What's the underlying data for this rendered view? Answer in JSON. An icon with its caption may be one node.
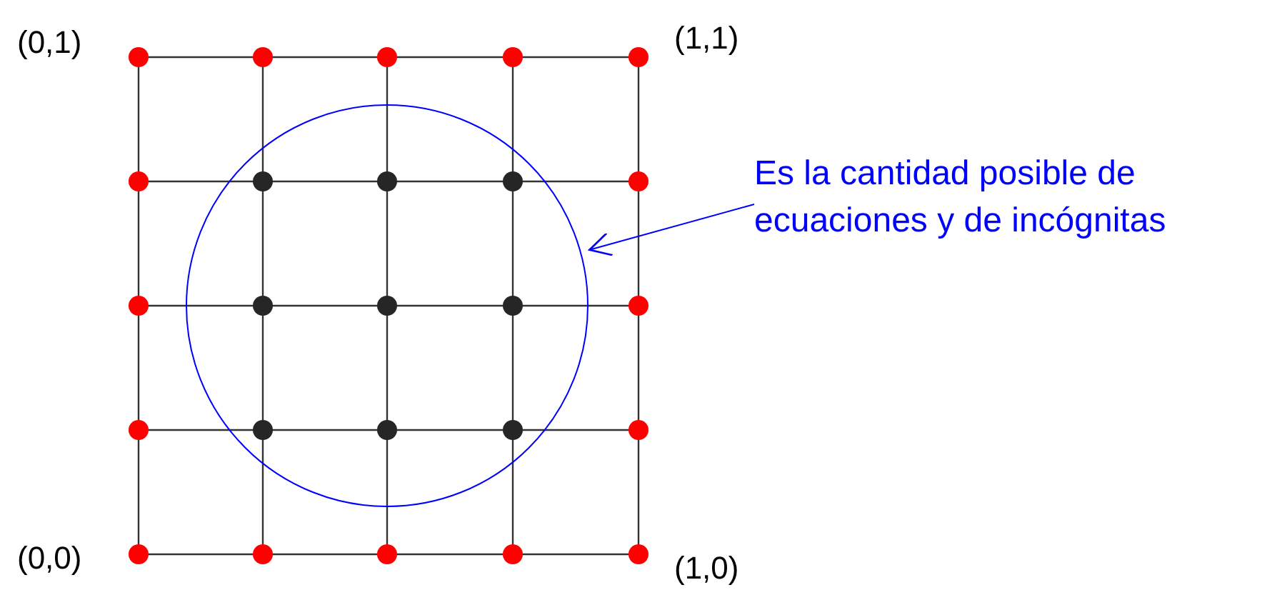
{
  "diagram": {
    "nodes": [
      {
        "text": [
          "Es la cantidad posible de ecuaciones y de incógnitas"
        ]
      },
      {
        "text": [],
        "shape": "circle"
      }
    ],
    "edges": [
      {
        "from": 0,
        "to": 1,
        "arrow": "to"
      }
    ],
    "labels": [
      "(0,1)",
      "(1,1)",
      "(0,0)",
      "(1,0)"
    ]
  }
}
